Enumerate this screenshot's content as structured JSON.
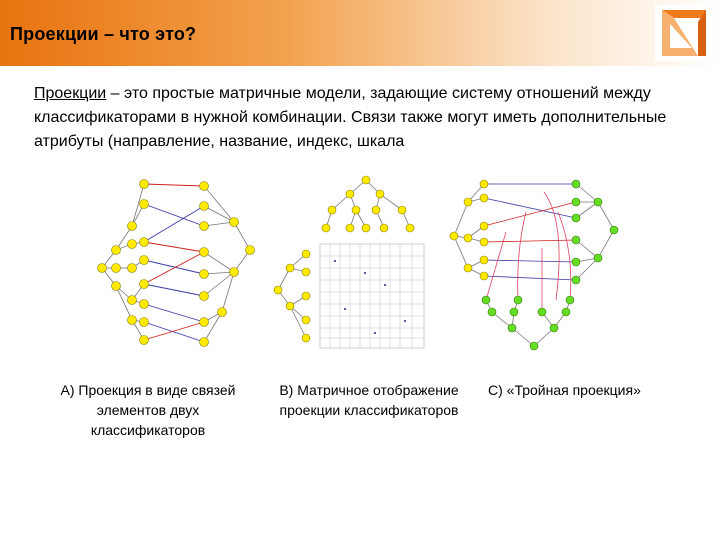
{
  "slide": {
    "title": "Проекции – что это?",
    "term": "Проекции",
    "definition": " – это простые матричные модели, задающие систему отношений между классификаторами в нужной комбинации. Связи также могут иметь дополнительные атрибуты (направление, название, индекс, шкала"
  },
  "figures": {
    "a_caption": "А) Проекция в виде связей элементов двух классификаторов",
    "b_caption": "В) Матричное отображение проекции классификаторов",
    "c_caption": "С) «Тройная проекция»"
  },
  "colors": {
    "header_accent": "#e8730f",
    "node_yellow": "#ffea00",
    "node_green": "#66dd22",
    "link_red": "#d02020",
    "link_blue": "#3a3aa8"
  }
}
